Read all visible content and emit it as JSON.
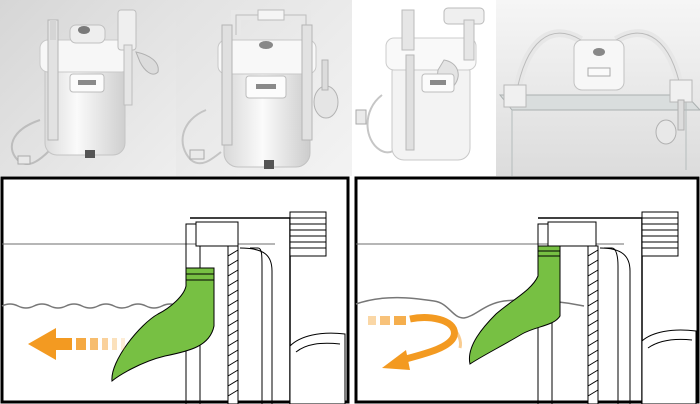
{
  "photos": [
    {
      "id": "photo-1",
      "subject": "canister-filter-front-view"
    },
    {
      "id": "photo-2",
      "subject": "canister-filter-with-handle-and-spray-bar"
    },
    {
      "id": "photo-3",
      "subject": "canister-filter-side-view"
    },
    {
      "id": "photo-4",
      "subject": "canister-filter-mounted-on-glass-tank"
    }
  ],
  "diagrams": [
    {
      "id": "diagram-left",
      "subject": "outflow-nozzle-low-water-flow-left"
    },
    {
      "id": "diagram-right",
      "subject": "outflow-nozzle-surface-agitation-flow-down"
    }
  ],
  "colors": {
    "nozzle_green": "#77c043",
    "flow_orange": "#f39a21",
    "water_line": "#6e6e6e",
    "photo_bg_left": "#e4e4e4",
    "photo_bg_mid": "#f1f1f1",
    "device_white": "#f4f4f2"
  }
}
